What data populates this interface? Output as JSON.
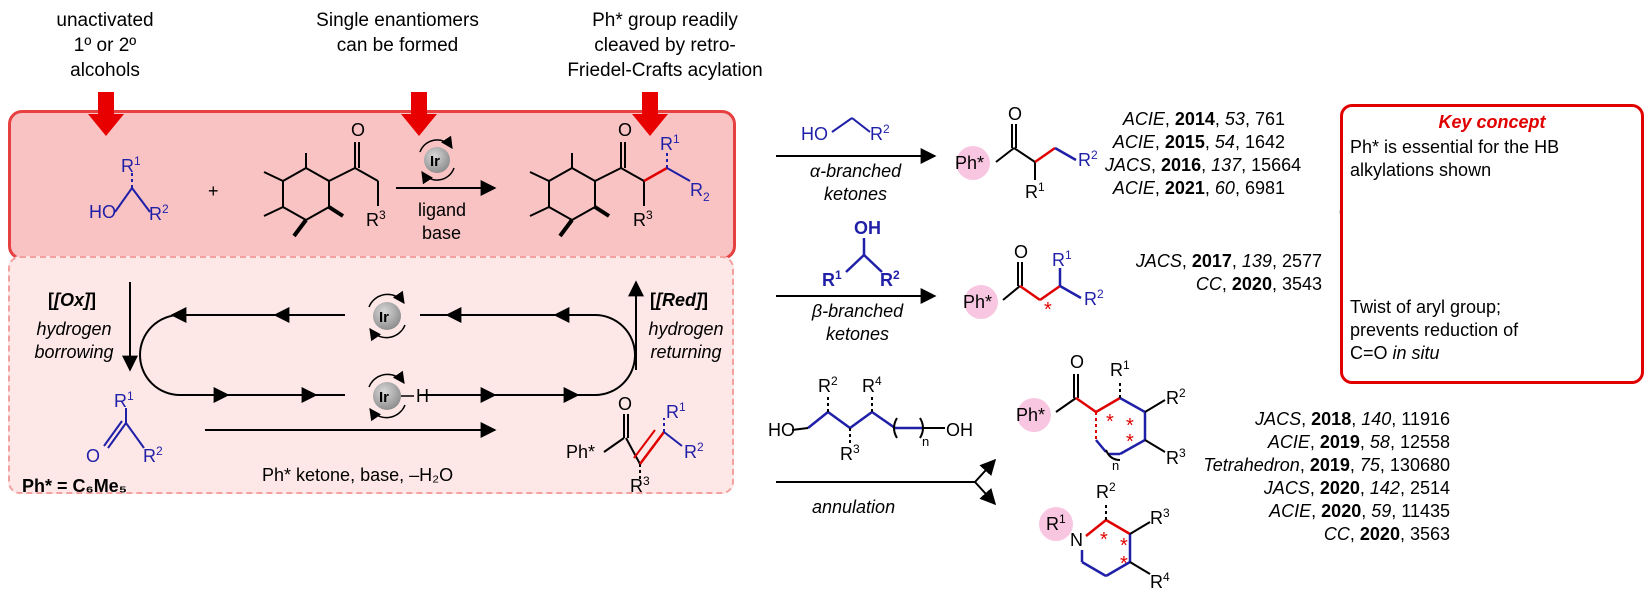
{
  "top_notes": {
    "alcohols": [
      "unactivated",
      "1º or 2º",
      "alcohols"
    ],
    "enantiomers": [
      "Single enantiomers",
      "can be formed"
    ],
    "cleave": [
      "Ph* group readily",
      "cleaved by retro-",
      "Friedel-Crafts acylation"
    ]
  },
  "main_reaction": {
    "plus": "+",
    "catalyst": "Ir",
    "conditions": [
      "ligand",
      "base"
    ],
    "r1": "R",
    "r2": "R",
    "r3": "R",
    "o": "O",
    "ho": "HO"
  },
  "cycle": {
    "ox_label": "[Ox]",
    "ox_desc": [
      "hydrogen",
      "borrowing"
    ],
    "red_label": "[Red]",
    "red_desc": [
      "hydrogen",
      "returning"
    ],
    "ir": "Ir",
    "ir_h": "Ir",
    "h": "H",
    "ketone_step": "Ph* ketone, base, –H₂O",
    "ph_star_def": "Ph* = C₆Me₅",
    "ph_star": "Ph*"
  },
  "routes": [
    {
      "label": "α-branched\nketones",
      "refs": [
        [
          "ACIE",
          "2014",
          "53",
          "761"
        ],
        [
          "ACIE",
          "2015",
          "54",
          "1642"
        ],
        [
          "JACS",
          "2016",
          "137",
          "15664"
        ],
        [
          "ACIE",
          "2021",
          "60",
          "6981"
        ]
      ]
    },
    {
      "label": "β-branched\nketones",
      "refs": [
        [
          "JACS",
          "2017",
          "139",
          "2577"
        ],
        [
          "CC",
          "2020",
          "",
          "3543"
        ]
      ]
    },
    {
      "label": "annulation",
      "refs": [
        [
          "JACS",
          "2018",
          "140",
          "11916"
        ],
        [
          "ACIE",
          "2019",
          "58",
          "12558"
        ],
        [
          "Tetrahedron",
          "2019",
          "75",
          "130680"
        ],
        [
          "JACS",
          "2020",
          "142",
          "2514"
        ],
        [
          "ACIE",
          "2020",
          "59",
          "11435"
        ],
        [
          "CC",
          "2020",
          "",
          "3563"
        ]
      ]
    }
  ],
  "key_concept": {
    "title": "Key concept",
    "text1": "Ph* is essential for the HB alkylations shown",
    "text2a": "Twist of aryl group; prevents reduction of",
    "text2b": "C=O",
    "text2c": "in situ"
  },
  "colors": {
    "box_top": "#f9c3c3",
    "box_top_border": "#e74040",
    "box_bottom": "#fde7e7",
    "blue": "#1f1fa8",
    "red": "#e00000",
    "pink": "#f8c6e0",
    "green": "#22dd11"
  }
}
